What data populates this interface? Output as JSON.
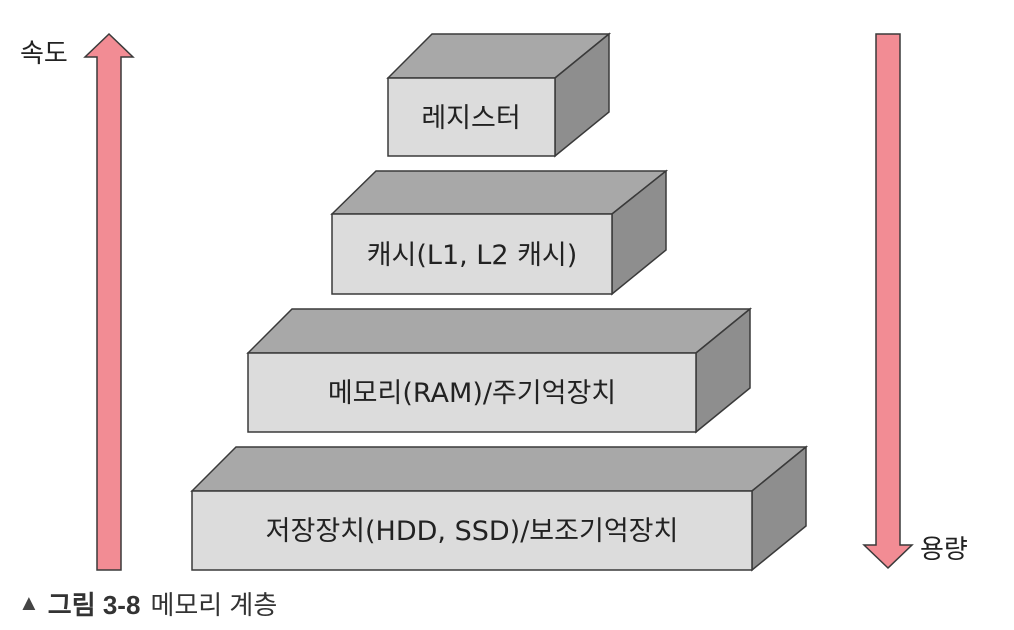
{
  "diagram": {
    "speed_label": "속도",
    "capacity_label": "용량",
    "levels": [
      {
        "label": "레지스터"
      },
      {
        "label": "캐시(L1, L2 캐시)"
      },
      {
        "label": "메모리(RAM)/주기억장치"
      },
      {
        "label": "저장장치(HDD, SSD)/보조기억장치"
      }
    ],
    "colors": {
      "arrow_fill": "#f28c94",
      "box_front": "#dcdcdc",
      "box_top": "#a8a8a8",
      "box_side": "#8e8e8e",
      "outline": "#3a3a3a"
    }
  },
  "caption": {
    "marker": "▲",
    "figure_number": "그림 3-8",
    "title": "메모리 계층"
  }
}
